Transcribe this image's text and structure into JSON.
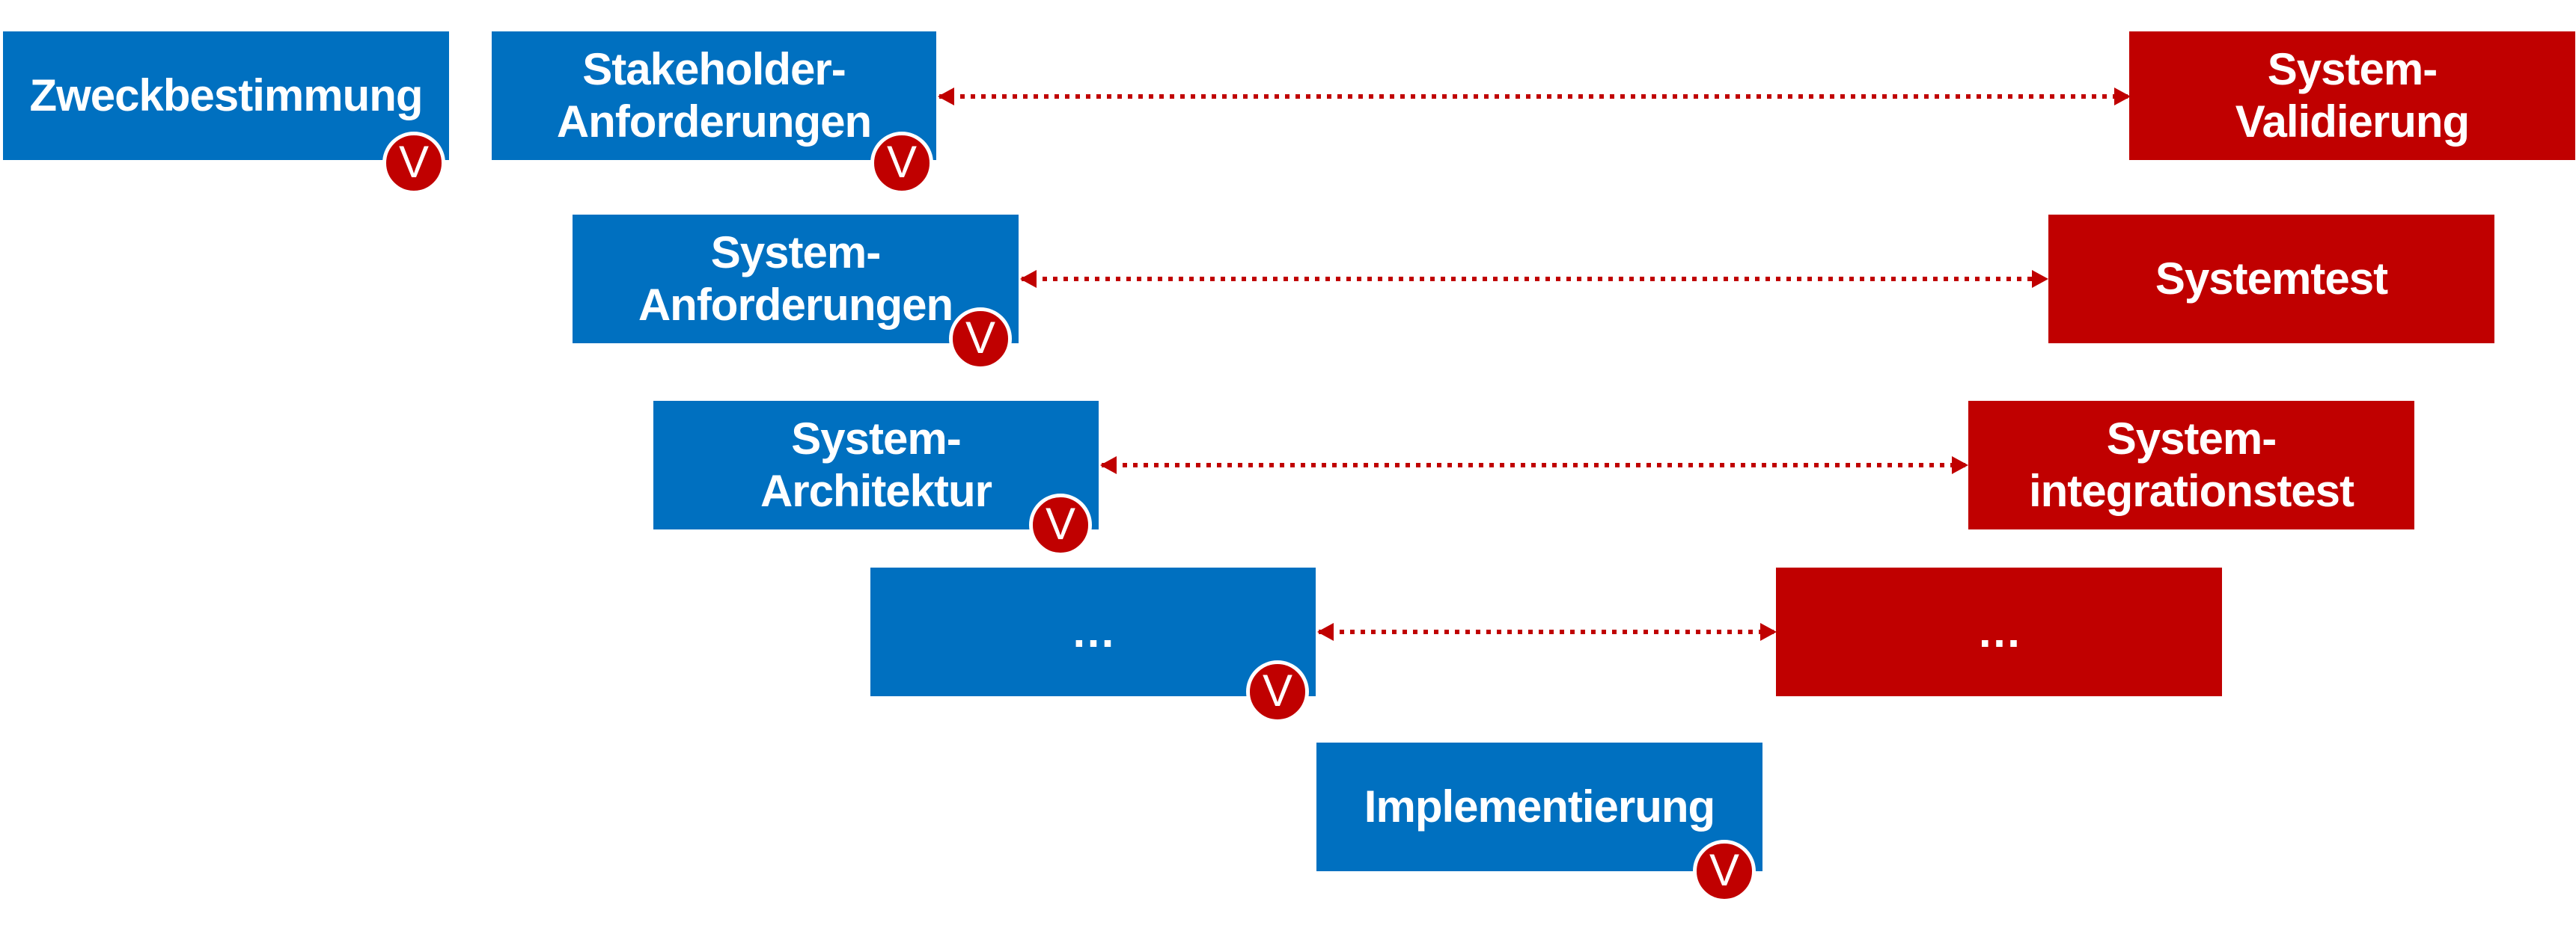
{
  "colors": {
    "blue": "#0070c0",
    "red": "#c00000",
    "white": "#ffffff"
  },
  "boxes": {
    "zweck": {
      "lines": [
        "Zweckbestimmung"
      ]
    },
    "stakeholder": {
      "lines": [
        "Stakeholder-",
        "Anforderungen"
      ]
    },
    "sysanf": {
      "lines": [
        "System-",
        "Anforderungen"
      ]
    },
    "sysarch": {
      "lines": [
        "System-",
        "Architektur"
      ]
    },
    "dots_left": {
      "lines": [
        "…"
      ]
    },
    "impl": {
      "lines": [
        "Implementierung"
      ]
    },
    "sysval": {
      "lines": [
        "System-",
        "Validierung"
      ]
    },
    "systest": {
      "lines": [
        "Systemtest"
      ]
    },
    "sysint": {
      "lines": [
        "System-",
        "integrationstest"
      ]
    },
    "dots_right": {
      "lines": [
        "…"
      ]
    }
  },
  "badge_label": "V"
}
